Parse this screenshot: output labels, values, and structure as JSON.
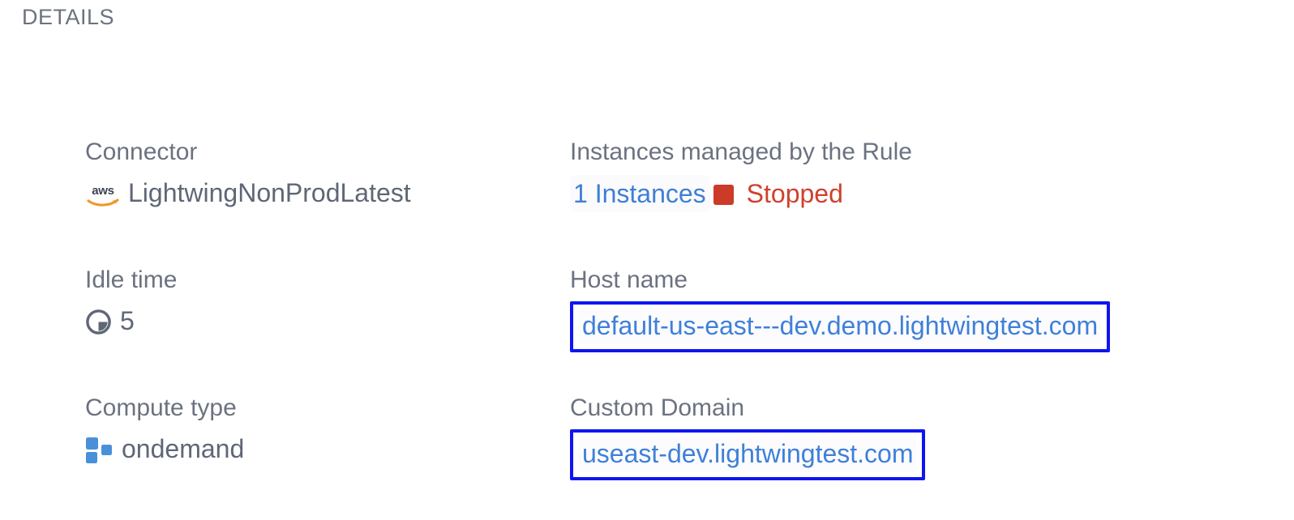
{
  "section": {
    "heading": "DETAILS"
  },
  "colors": {
    "label": "#6b7280",
    "value": "#5f6776",
    "link": "#3f80d8",
    "annotation_border": "#0f15ee",
    "status_stopped": "#d0412c",
    "stop_icon": "#cc3a28",
    "aws_orange": "#f0972a",
    "aws_text": "#3c4353",
    "node_blue": "#4a90d9"
  },
  "fields": {
    "connector": {
      "label": "Connector",
      "value": "LightwingNonProdLatest",
      "icon": "aws-logo-icon"
    },
    "instances": {
      "label": "Instances managed by the Rule",
      "count_text": "1 Instances",
      "status_text": "Stopped",
      "status_icon": "stop-square-icon"
    },
    "idle_time": {
      "label": "Idle time",
      "value": "5",
      "icon": "clock-pie-icon"
    },
    "host_name": {
      "label": "Host name",
      "value": "default-us-east---dev.demo.lightwingtest.com"
    },
    "compute_type": {
      "label": "Compute type",
      "value": "ondemand",
      "icon": "compute-nodes-icon"
    },
    "custom_domain": {
      "label": "Custom Domain",
      "value": "useast-dev.lightwingtest.com"
    }
  }
}
